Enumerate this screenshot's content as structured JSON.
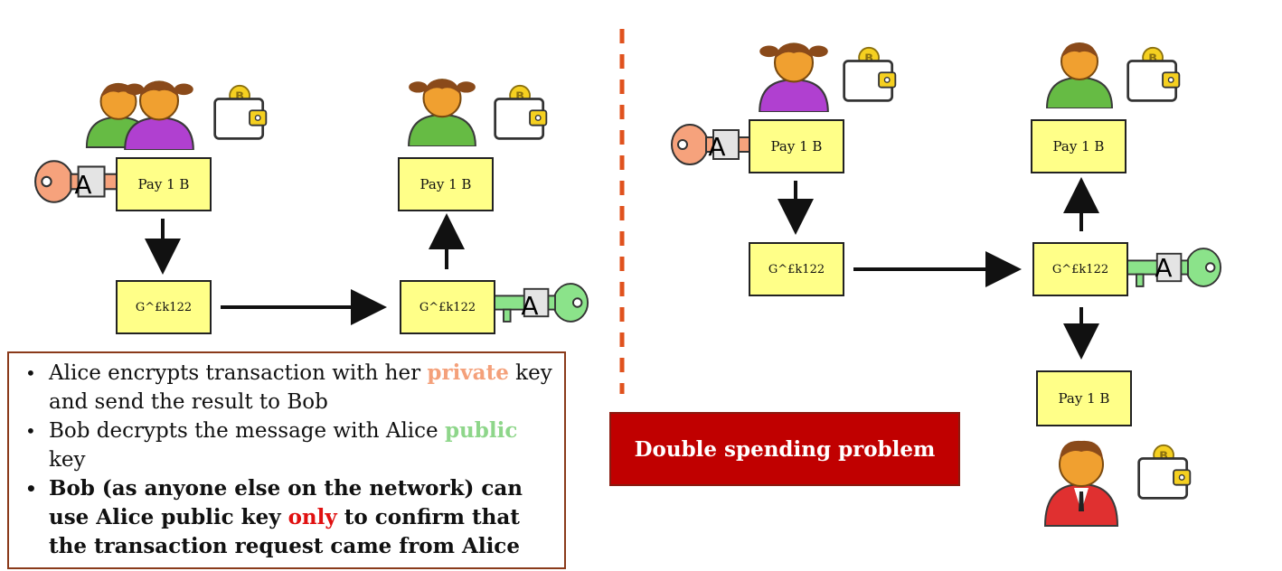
{
  "left_panel": {
    "box_plain": "Pay 1 B",
    "box_cipher": "G^£k122",
    "box_received_cipher": "G^£k122",
    "box_received_plain": "Pay 1 B",
    "key_letter_private": "A",
    "key_letter_public": "A"
  },
  "right_panel": {
    "box_plain": "Pay 1 B",
    "box_cipher": "G^£k122",
    "box_received_cipher": "G^£k122",
    "box_out_top": "Pay 1 B",
    "box_out_bottom": "Pay 1 B",
    "key_letter_private": "A",
    "key_letter_public": "A"
  },
  "notes": {
    "b1_pre": "Alice encrypts transaction with her ",
    "b1_hl": "private",
    "b1_post": " key and send the result to Bob",
    "b2_pre": "Bob decrypts the message with Alice ",
    "b2_hl": "public",
    "b2_post": " key",
    "b3_pre": "Bob (as anyone else on the network) can use Alice public key ",
    "b3_hl": "only",
    "b3_post": " to confirm that the transaction request came from Alice"
  },
  "banner": "Double spending problem",
  "colors": {
    "box_fill": "#ffff88",
    "private_key": "#f6a27c",
    "public_key": "#8be38a",
    "divider": "#e0521e",
    "banner": "#c00000"
  },
  "icons": [
    "users-icon",
    "wallet-icon",
    "bitcoin-icon",
    "key-icon",
    "arrow-icon",
    "businessman-icon"
  ]
}
